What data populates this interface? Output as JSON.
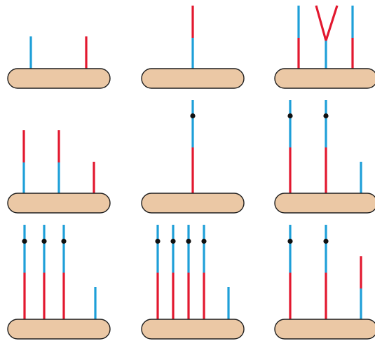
{
  "colors": {
    "base_fill": "#EBC8A5",
    "base_stroke": "#1E1E1E",
    "blue": "#1E9FD8",
    "red": "#E2182F",
    "dot": "#111111"
  },
  "panels": [
    {
      "id": "p1",
      "sticks": [
        {
          "segments": [
            "blue"
          ]
        },
        {
          "segments": [
            "red"
          ]
        }
      ]
    },
    {
      "id": "p2",
      "sticks": [
        {
          "segments": [
            "blue",
            "red"
          ]
        }
      ]
    },
    {
      "id": "p3",
      "sticks": [
        {
          "segments": [
            "red",
            "blue"
          ]
        },
        {
          "segments": [
            "blue"
          ],
          "fork": "red"
        },
        {
          "segments": [
            "red",
            "blue"
          ]
        }
      ]
    },
    {
      "id": "p4",
      "sticks": [
        {
          "segments": [
            "blue",
            "red"
          ]
        },
        {
          "segments": [
            "blue",
            "red"
          ]
        },
        {
          "segments": [
            "red"
          ]
        }
      ]
    },
    {
      "id": "p5",
      "sticks": [
        {
          "segments": [
            "red",
            "blue"
          ],
          "joint": true
        }
      ]
    },
    {
      "id": "p6",
      "sticks": [
        {
          "segments": [
            "red",
            "blue"
          ],
          "joint": true
        },
        {
          "segments": [
            "red",
            "blue"
          ],
          "joint": true
        },
        {
          "segments": [
            "blue"
          ]
        }
      ]
    },
    {
      "id": "p7",
      "sticks": [
        {
          "segments": [
            "red",
            "blue"
          ],
          "joint": true
        },
        {
          "segments": [
            "red",
            "blue"
          ],
          "joint": true
        },
        {
          "segments": [
            "red",
            "blue"
          ],
          "joint": true
        },
        {
          "segments": [
            "blue"
          ]
        }
      ]
    },
    {
      "id": "p8",
      "sticks": [
        {
          "segments": [
            "red",
            "blue"
          ],
          "joint": true
        },
        {
          "segments": [
            "red",
            "blue"
          ],
          "joint": true
        },
        {
          "segments": [
            "red",
            "blue"
          ],
          "joint": true
        },
        {
          "segments": [
            "red",
            "blue"
          ],
          "joint": true
        },
        {
          "segments": [
            "blue"
          ]
        }
      ]
    },
    {
      "id": "p9",
      "sticks": [
        {
          "segments": [
            "red",
            "blue"
          ],
          "joint": true
        },
        {
          "segments": [
            "red",
            "blue"
          ],
          "joint": true
        },
        {
          "segments": [
            "blue",
            "red"
          ]
        }
      ]
    }
  ]
}
